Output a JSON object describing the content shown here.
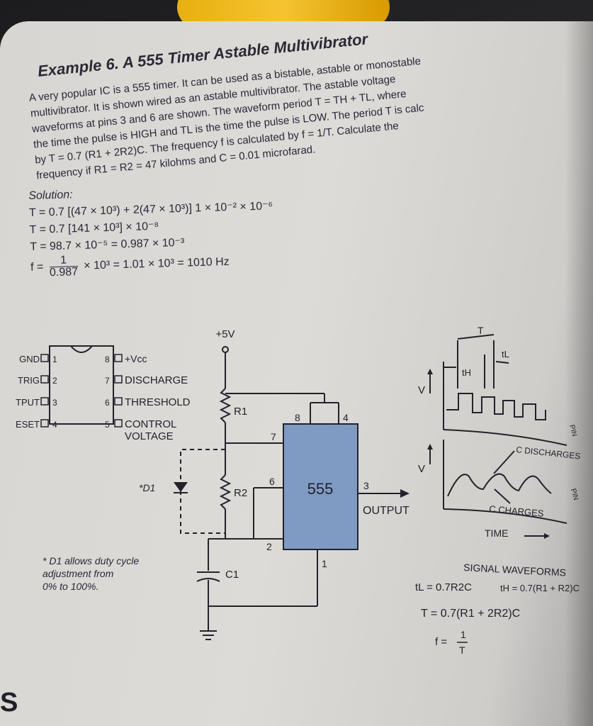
{
  "example_title": "Example 6. A 555 Timer Astable Multivibrator",
  "paragraph_lines": [
    "A very popular IC is a 555 timer. It can be used as a bistable, astable or monostable",
    "multivibrator. It is shown wired as an astable multivibrator. The astable voltage",
    "waveforms at pins 3 and 6 are shown. The waveform period T = TH + TL, where",
    "the time the pulse is HIGH and TL is the time the pulse is LOW. The period T is calc",
    "by T = 0.7 (R1 + 2R2)C. The frequency f is calculated by f = 1/T. Calculate the",
    "frequency if R1 = R2 = 47 kilohms and C = 0.01 microfarad."
  ],
  "solution": {
    "label": "Solution:",
    "line1": "T = 0.7 [(47 × 10³) + 2(47 × 10³)] 1 × 10⁻² × 10⁻⁶",
    "line2": "T = 0.7 [141 × 10³] × 10⁻⁸",
    "line3": "T = 98.7 × 10⁻⁵ = 0.987 × 10⁻³",
    "line4_prefix": "f =",
    "line4_num": "1",
    "line4_den": "0.987",
    "line4_suffix": "× 10³ = 1.01 × 10³ = 1010 Hz"
  },
  "pinout": {
    "left_pins": [
      {
        "num": "1",
        "label": "GND"
      },
      {
        "num": "2",
        "label": "TRIG"
      },
      {
        "num": "3",
        "label": "TPUT"
      },
      {
        "num": "4",
        "label": "ESET"
      }
    ],
    "right_pins": [
      {
        "num": "8",
        "label": "+Vcc"
      },
      {
        "num": "7",
        "label": "DISCHARGE"
      },
      {
        "num": "6",
        "label": "THRESHOLD"
      },
      {
        "num": "5",
        "label": "CONTROL"
      }
    ],
    "control_line2": "VOLTAGE"
  },
  "circuit": {
    "supply": "+5V",
    "r1": "R1",
    "r2": "R2",
    "c1": "C1",
    "d1": "*D1",
    "chip": "555",
    "pin8": "8",
    "pin4": "4",
    "pin7": "7",
    "pin6": "6",
    "pin3": "3",
    "pin2": "2",
    "pin1": "1",
    "output": "OUTPUT"
  },
  "note_lines": [
    "* D1 allows duty cycle",
    "adjustment from",
    "0% to 100%."
  ],
  "waveforms": {
    "t_label": "T",
    "tl_label": "tL",
    "th_label": "tH",
    "v_label": "V",
    "discharges": "C DISCHARGES",
    "charges": "C CHARGES",
    "time": "TIME",
    "signal_title": "SIGNAL WAVEFORMS",
    "eq_tl": "tL = 0.7R2C",
    "eq_th": "tH = 0.7(R1 + R2)C",
    "eq_t": "T = 0.7(R1 + 2R2)C",
    "eq_f_prefix": "f =",
    "eq_f_num": "1",
    "eq_f_den": "T",
    "pin_tag_1": "PIN",
    "pin_tag_2": "PIN"
  },
  "corner_letter": "S"
}
